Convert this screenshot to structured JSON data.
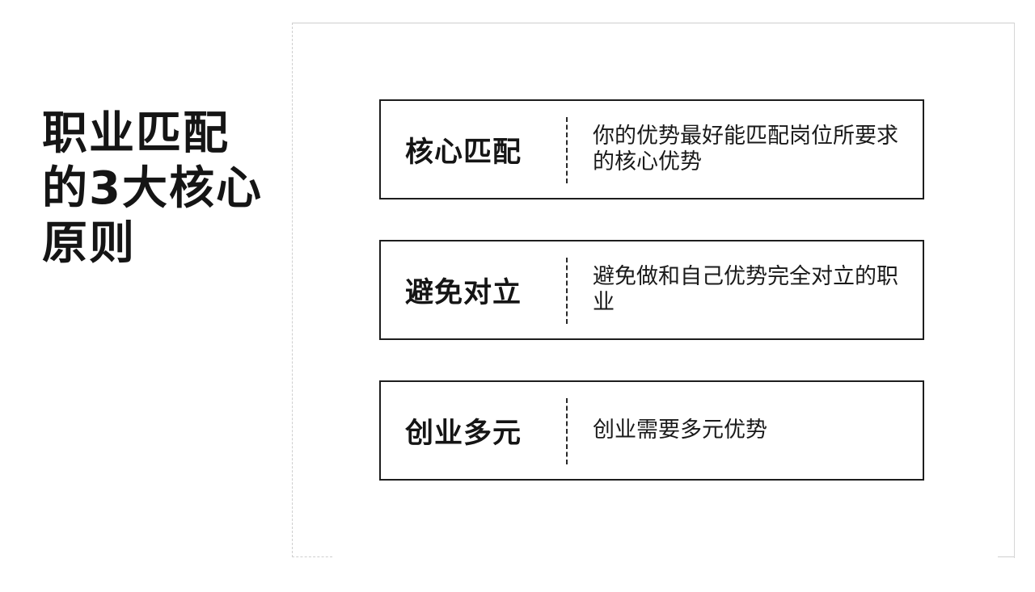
{
  "title": "职业匹配\n的3大核心\n原则",
  "principles": [
    {
      "name": "核心匹配",
      "description": "你的优势最好能匹配岗位所要求的核心优势"
    },
    {
      "name": "避免对立",
      "description": "避免做和自己优势完全对立的职业"
    },
    {
      "name": "创业多元",
      "description": "创业需要多元优势"
    }
  ]
}
